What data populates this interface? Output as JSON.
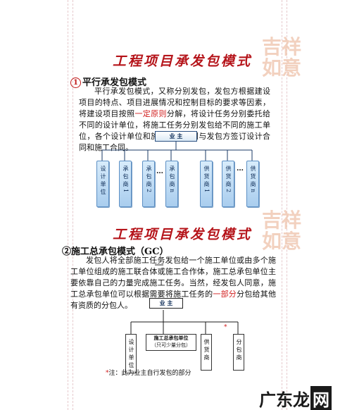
{
  "headline": "工程项目承发包模式",
  "seal_text": "吉祥如意",
  "section1": {
    "number": "1",
    "title": "平行承发包模式",
    "para_a": "平行承发包模式，又称分别发包，发包方根据建设项目的特点、项目进展情况和控制目标的要求等因素，将建设项目按照",
    "para_highlight": "一定原则",
    "para_b": "分解，将设计任务分别委托给不同的设计单位，将施工任务分别发包给不同的施工单位，各个设计单位和施工单位分别与发包方签订设计合同和施工合同。"
  },
  "diagram1": {
    "owner": "业 主",
    "boxes": [
      {
        "label": "设计单位"
      },
      {
        "label": "承包商1"
      },
      {
        "label": "承包商2"
      },
      {
        "label": "承包商n"
      },
      {
        "label": "供货商1"
      },
      {
        "label": "供货商2"
      },
      {
        "label": "供货商n"
      }
    ],
    "ellipsis": "…"
  },
  "section2": {
    "number": "②",
    "title": "施工总承包模式（GC）",
    "para_a": "发包人将全部施工任务发包给一个施工单位或由多个施工单位组成的施工联合体或施工合作体，施工总承包单位主要依靠自己的力量完成施工任务。当然，经发包人同意，施工总承包单位可以根据需要将施工任务的",
    "para_highlight": "一部分",
    "para_b": "分包给其他有资质的分包人。"
  },
  "diagram2": {
    "owner": "业 主",
    "designer": "设计单位",
    "gc_line1": "施工总承包单位",
    "gc_line2": "（只可少量分包）",
    "supplier": "供货商",
    "sub": "分包商",
    "star": "*"
  },
  "note": {
    "star": "*",
    "text": "注：此为业主自行发包的部分"
  },
  "watermark": {
    "text_a": "广东龙",
    "text_b": "网"
  }
}
